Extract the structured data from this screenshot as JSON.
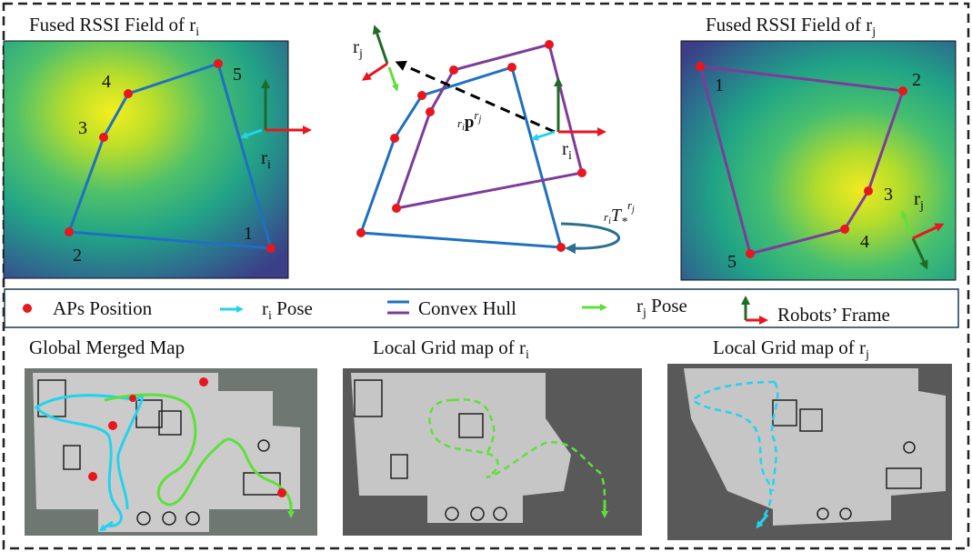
{
  "panels": {
    "field_i": {
      "title": "Fused RSSI Field of r",
      "title_sub": "i"
    },
    "field_j": {
      "title": "Fused RSSI Field of r",
      "title_sub": "j"
    }
  },
  "labels": {
    "ri_base": "r",
    "ri_sub": "i",
    "rj_base": "r",
    "rj_sub": "j",
    "p_label_pre": "r",
    "p_label_pre_sub": "i",
    "p_label_main": "p",
    "p_label_sup": "r",
    "p_label_sup_sub": "j",
    "t_label_pre": "r",
    "t_label_pre_sub": "i",
    "t_label_main": "T",
    "t_label_star": "*",
    "t_label_sup": "r",
    "t_label_sup_sub": "j"
  },
  "ap_numbers_i": [
    "1",
    "2",
    "3",
    "4",
    "5"
  ],
  "ap_numbers_j": [
    "1",
    "2",
    "3",
    "4",
    "5"
  ],
  "legend": {
    "aps": "APs Position",
    "ri_pose": "r",
    "ri_pose_sub": "i",
    "ri_pose_suffix": " Pose",
    "convex": "Convex Hull",
    "rj_pose": "r",
    "rj_pose_sub": "j",
    "rj_pose_suffix": " Pose",
    "frame": "Robots’ Frame"
  },
  "maps": {
    "global": {
      "title": "Global Merged Map"
    },
    "local_i": {
      "title": "Local Grid map of r",
      "sub": "i"
    },
    "local_j": {
      "title": "Local Grid map of r",
      "sub": "j"
    }
  },
  "colors": {
    "ap": "#e8161f",
    "hull_i": "#1f70c1",
    "hull_j": "#7d3c9a",
    "ri_pose": "#22d3ee",
    "rj_pose": "#5ee03a",
    "frame_up": "#1f6b25",
    "frame_right": "#e8161f",
    "map_bg": "#5a5a5a",
    "floor": "#c8c8c8"
  }
}
